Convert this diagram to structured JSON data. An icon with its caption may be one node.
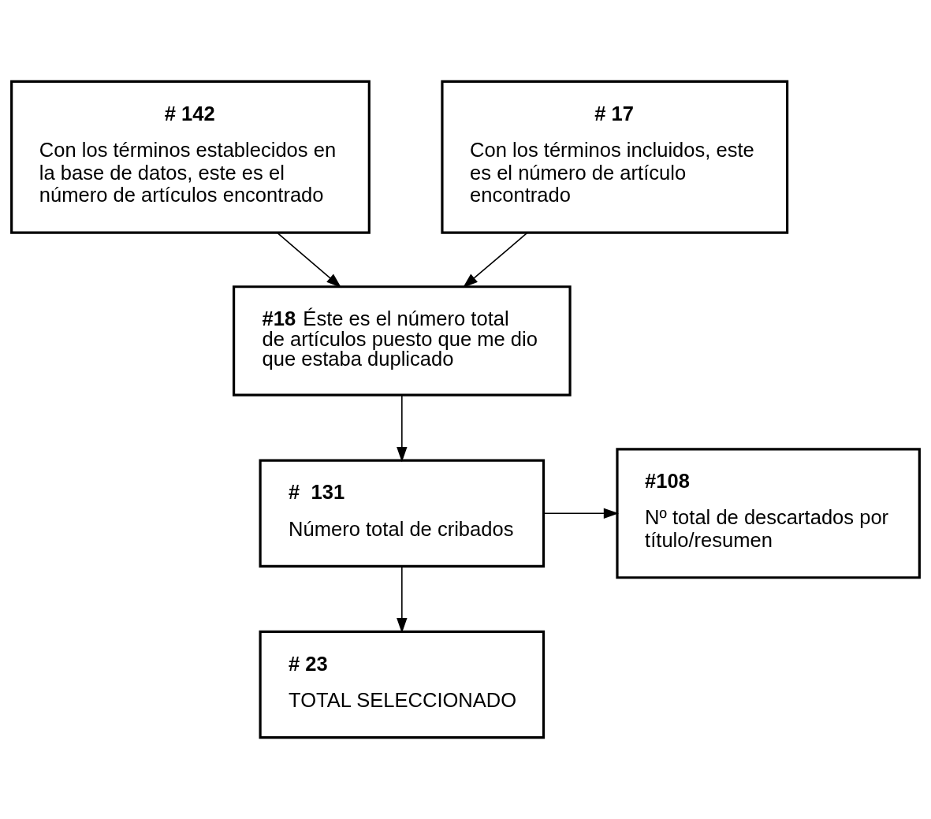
{
  "diagram": {
    "nodes": [
      {
        "text": [
          "# 142",
          "Con los términos establecidos en la base de datos, este es el número de artículos encontrado"
        ]
      },
      {
        "text": [
          "# 17",
          "Con los términos incluidos, este es el número de artículo encontrado"
        ]
      },
      {
        "text": [
          "**#18** Éste es el número total de artículos puesto que me dio que estaba duplicado"
        ]
      },
      {
        "text": [
          "#  131",
          "Número total de cribados"
        ]
      },
      {
        "text": [
          "#108",
          "Nº total de descartados por título/resumen"
        ]
      },
      {
        "text": [
          "# 23",
          "TOTAL SELECCIONADO"
        ]
      }
    ],
    "edges": [
      {
        "from": 0,
        "to": 2,
        "arrow": "to"
      },
      {
        "from": 1,
        "to": 2,
        "arrow": "to"
      },
      {
        "from": 2,
        "to": 3,
        "arrow": "to"
      },
      {
        "from": 3,
        "to": 4,
        "arrow": "to"
      },
      {
        "from": 3,
        "to": 5,
        "arrow": "to"
      }
    ]
  }
}
